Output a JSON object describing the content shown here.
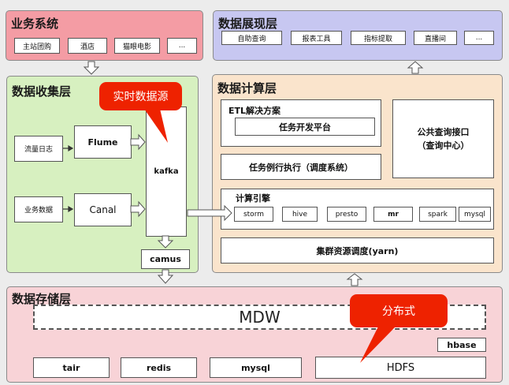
{
  "business": {
    "title": "业务系统",
    "items": [
      "主站团购",
      "酒店",
      "猫眼电影",
      "..."
    ]
  },
  "display": {
    "title": "数据展现层",
    "items": [
      "自助查询",
      "报表工具",
      "指标提取",
      "直播间",
      "..."
    ]
  },
  "collect": {
    "title": "数据收集层",
    "log_source": "流量日志",
    "biz_source": "业务数据",
    "flume": "Flume",
    "canal": "Canal",
    "kafka": "kafka",
    "camus": "camus",
    "realtime_callout": "实时数据源"
  },
  "compute": {
    "title": "数据计算层",
    "etl_title": "ETL解决方案",
    "task_platform": "任务开发平台",
    "routine": "任务例行执行（调度系统）",
    "query_line1": "公共查询接口",
    "query_line2": "（查询中心）",
    "engine_title": "计算引擎",
    "engines": [
      "storm",
      "hive",
      "presto",
      "mr",
      "spark",
      "mysql"
    ],
    "yarn": "集群资源调度(yarn)"
  },
  "storage": {
    "title": "数据存储层",
    "mdw": "MDW",
    "hbase": "hbase",
    "bottom": [
      "tair",
      "redis",
      "mysql",
      "HDFS"
    ],
    "distributed_callout": "分布式"
  },
  "colors": {
    "business_bg": "#f49ca4",
    "display_bg": "#c7c7f1",
    "collect_bg": "#d7f0c0",
    "compute_bg": "#fae4cc",
    "storage_bg": "#f8d3d7",
    "callout": "#ee2200"
  }
}
